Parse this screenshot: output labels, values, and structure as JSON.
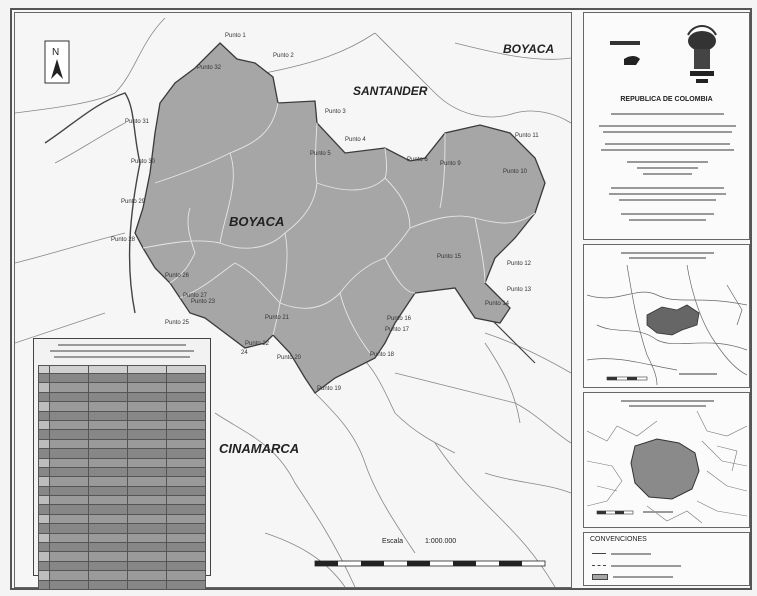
{
  "map": {
    "departments": {
      "boyaca_north": "BOYACA",
      "santander": "SANTANDER",
      "boyaca_center": "BOYACA",
      "cundinamarca": "CINAMARCA"
    },
    "north_arrow": "N",
    "scale_label": "Escala",
    "scale_value": "1:000.000",
    "points": [
      "Punto 1",
      "Punto 2",
      "Punto 3",
      "Punto 4",
      "Punto 5",
      "Punto 6",
      "Punto 9",
      "Punto 10",
      "Punto 11",
      "Punto 12",
      "Punto 13",
      "Punto 14",
      "Punto 15",
      "Punto 16",
      "Punto 17",
      "Punto 18",
      "Punto 19",
      "Punto 20",
      "Punto 21",
      "Punto 22",
      "Punto 23",
      "24",
      "Punto 25",
      "Punto 26",
      "Punto 27",
      "Punto 28",
      "Punto 29",
      "Punto 30",
      "Punto 31",
      "Punto 32"
    ]
  },
  "panel": {
    "title": {
      "republic": "REPUBLICA DE COLOMBIA"
    },
    "conventions": {
      "title": "CONVENCIONES"
    }
  },
  "colors": {
    "region_fill": "#a6a6a6",
    "background": "#f6f6f6",
    "border": "#444444"
  }
}
